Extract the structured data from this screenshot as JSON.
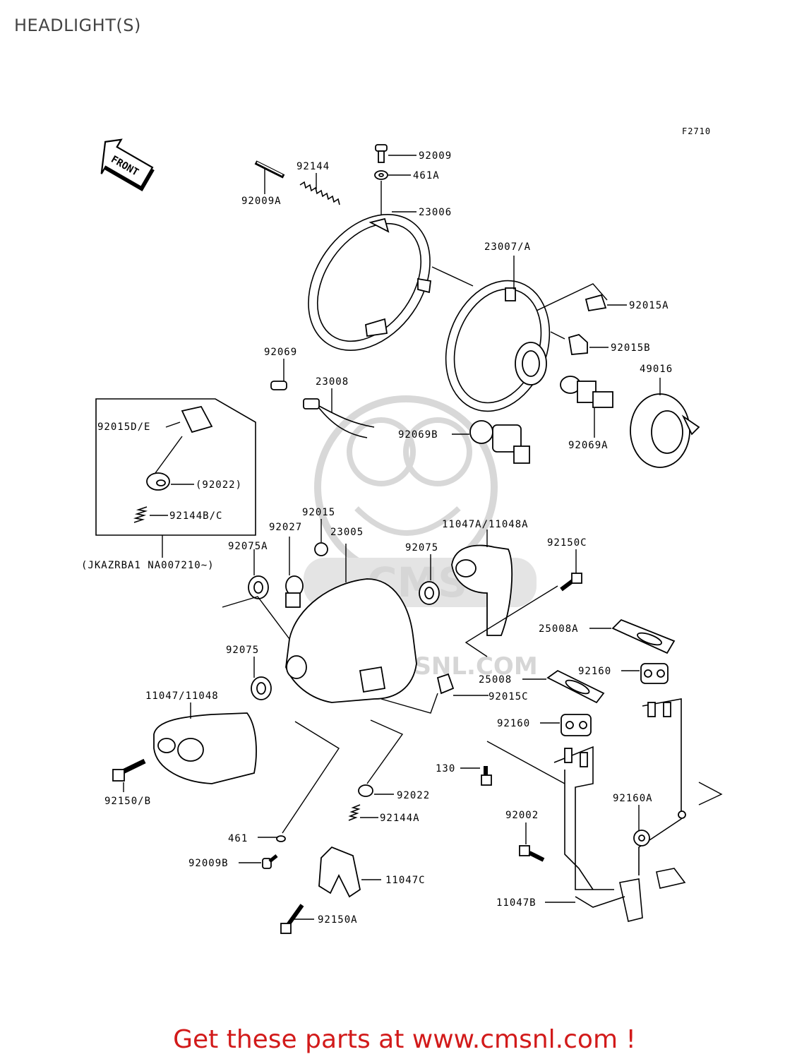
{
  "page": {
    "title": "HEADLIGHT(S)",
    "figure_code": "F2710"
  },
  "front_arrow": {
    "label": "FRONT"
  },
  "watermark": {
    "text": "WWW.CMSNL.COM",
    "brand": "CMS"
  },
  "parts": [
    {
      "id": "92009",
      "label": "92009"
    },
    {
      "id": "461A",
      "label": "461A"
    },
    {
      "id": "92144",
      "label": "92144"
    },
    {
      "id": "92009A",
      "label": "92009A"
    },
    {
      "id": "23006",
      "label": "23006"
    },
    {
      "id": "23007A",
      "label": "23007/A"
    },
    {
      "id": "92015A",
      "label": "92015A"
    },
    {
      "id": "92015B",
      "label": "92015B"
    },
    {
      "id": "49016",
      "label": "49016"
    },
    {
      "id": "92069",
      "label": "92069"
    },
    {
      "id": "23008",
      "label": "23008"
    },
    {
      "id": "92069B",
      "label": "92069B"
    },
    {
      "id": "92069A",
      "label": "92069A"
    },
    {
      "id": "92015DE",
      "label": "92015D/E"
    },
    {
      "id": "92022p",
      "label": "(92022)"
    },
    {
      "id": "92144BC",
      "label": "92144B/C"
    },
    {
      "id": "jkaz",
      "label": "(JKAZRBA1 NA007210~)"
    },
    {
      "id": "92015",
      "label": "92015"
    },
    {
      "id": "92027",
      "label": "92027"
    },
    {
      "id": "23005",
      "label": "23005"
    },
    {
      "id": "11047A",
      "label": "11047A/11048A"
    },
    {
      "id": "92075A",
      "label": "92075A"
    },
    {
      "id": "92075a",
      "label": "92075"
    },
    {
      "id": "92150C",
      "label": "92150C"
    },
    {
      "id": "25008A",
      "label": "25008A"
    },
    {
      "id": "92075b",
      "label": "92075"
    },
    {
      "id": "92160a",
      "label": "92160"
    },
    {
      "id": "25008",
      "label": "25008"
    },
    {
      "id": "92015C",
      "label": "92015C"
    },
    {
      "id": "11047",
      "label": "11047/11048"
    },
    {
      "id": "92160b",
      "label": "92160"
    },
    {
      "id": "130",
      "label": "130"
    },
    {
      "id": "92150B",
      "label": "92150/B"
    },
    {
      "id": "92022",
      "label": "92022"
    },
    {
      "id": "92144A",
      "label": "92144A"
    },
    {
      "id": "92002",
      "label": "92002"
    },
    {
      "id": "92160A",
      "label": "92160A"
    },
    {
      "id": "461",
      "label": "461"
    },
    {
      "id": "92009B",
      "label": "92009B"
    },
    {
      "id": "11047C",
      "label": "11047C"
    },
    {
      "id": "11047B",
      "label": "11047B"
    },
    {
      "id": "92150A",
      "label": "92150A"
    }
  ],
  "footer": {
    "text": "Get these parts at www.cmsnl.com !",
    "color": "#d21a1a"
  }
}
